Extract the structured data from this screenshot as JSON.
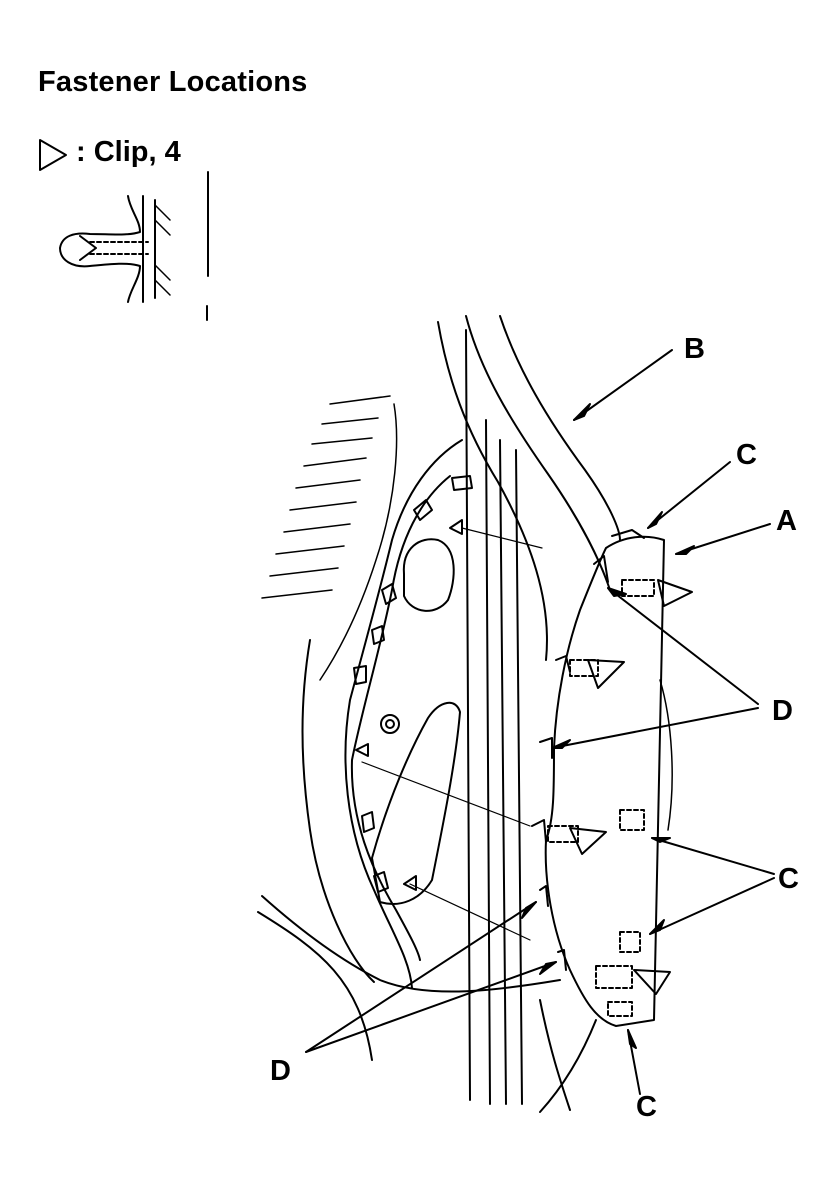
{
  "title": "Fastener Locations",
  "legend": {
    "symbol_icon": "clip-triangle-icon",
    "label": ": Clip, 4"
  },
  "callouts": {
    "A": "A",
    "B": "B",
    "C": "C",
    "D": "D"
  },
  "colors": {
    "line": "#000000",
    "background": "#ffffff"
  }
}
